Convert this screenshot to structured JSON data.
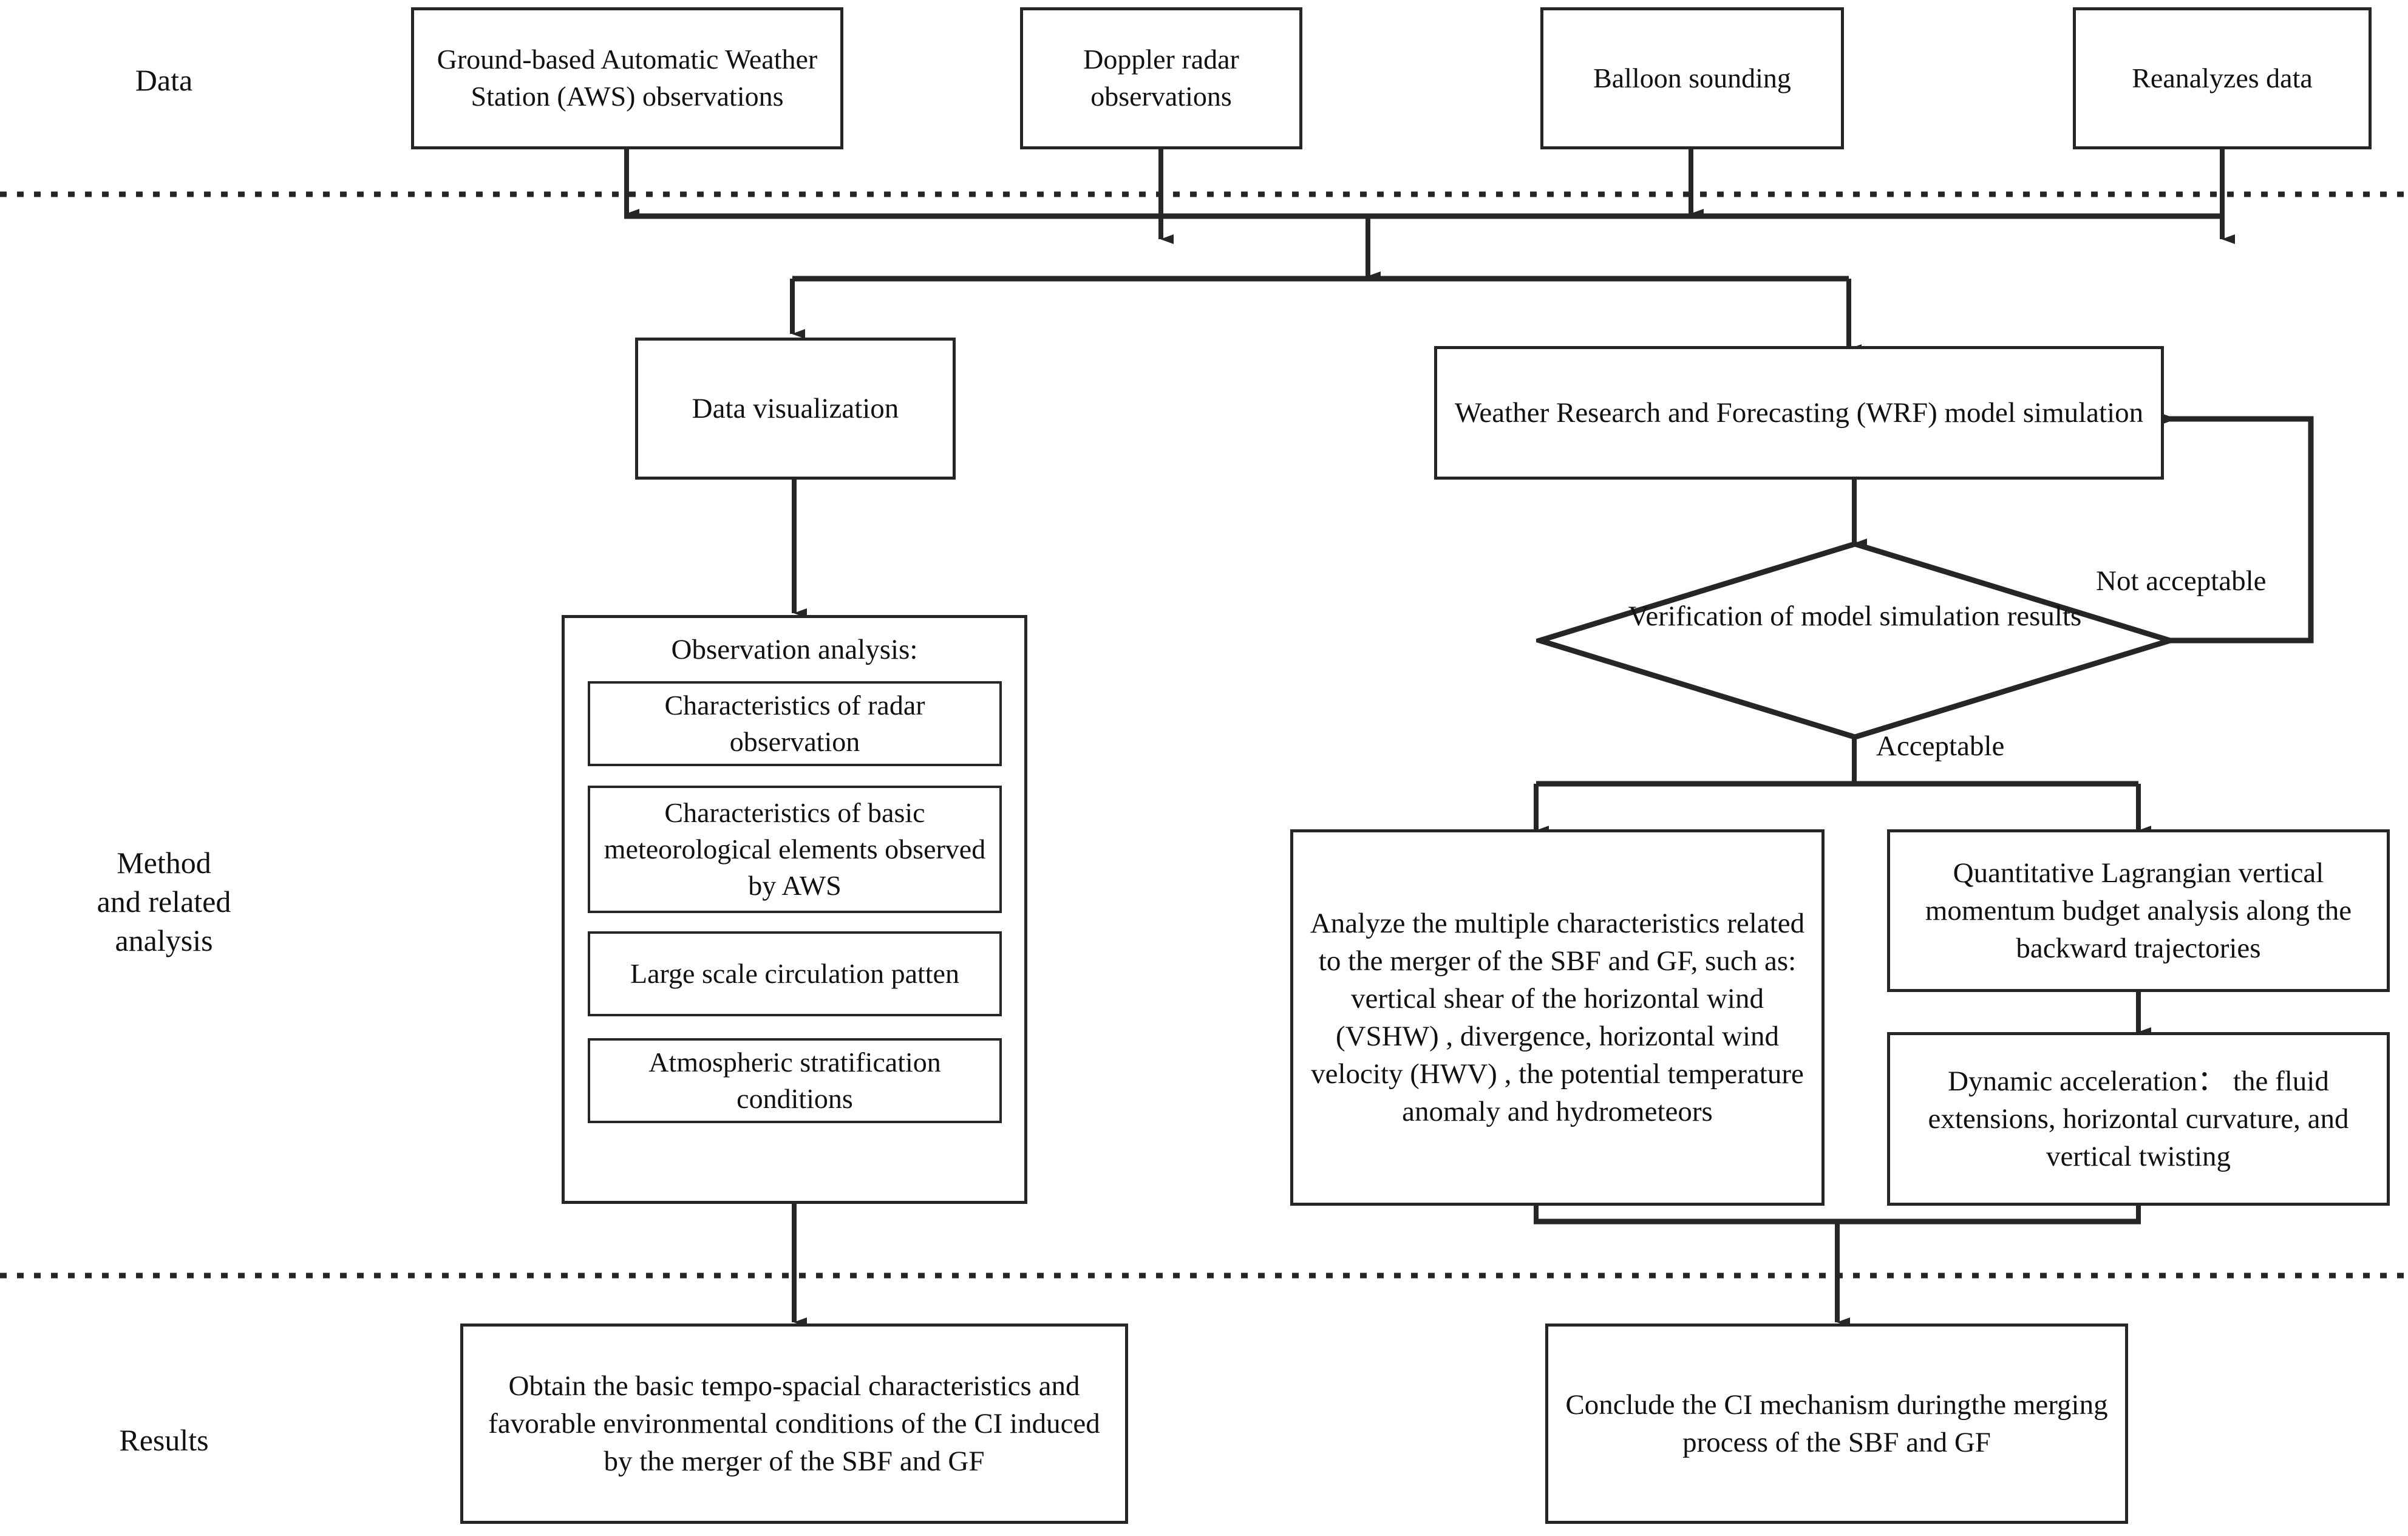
{
  "diagram": {
    "title_visible": false,
    "stage_labels": [
      {
        "id": "data",
        "text": "Data"
      },
      {
        "id": "method",
        "text": "Method\nand related\nanalysis"
      },
      {
        "id": "results",
        "text": "Results"
      }
    ],
    "data_sources": [
      {
        "id": "aws",
        "label": "Ground-based Automatic Weather Station (AWS) observations"
      },
      {
        "id": "radar",
        "label": "Doppler radar observations"
      },
      {
        "id": "balloon",
        "label": "Balloon sounding"
      },
      {
        "id": "reanalysis",
        "label": "Reanalyzes data"
      }
    ],
    "method_nodes": [
      {
        "id": "data-visualization",
        "label": "Data visualization"
      },
      {
        "id": "wrf-simulation",
        "label": "Weather Research and Forecasting (WRF) model simulation"
      },
      {
        "id": "verification",
        "label": "Verification of model simulation results",
        "shape": "diamond"
      },
      {
        "id": "analyze-characteristics",
        "label": "Analyze  the multiple characteristics related to the merger of the SBF and GF, such as:  vertical shear of the horizontal wind (VSHW) , divergence, horizontal wind velocity (HWV) , the potential temperature anomaly and hydrometeors"
      },
      {
        "id": "lagrangian-budget",
        "label": "Quantitative Lagrangian vertical momentum budget analysis along the backward trajectories"
      },
      {
        "id": "dynamic-acceleration",
        "label": "Dynamic acceleration：  the fluid extensions, horizontal curvature, and vertical twisting"
      }
    ],
    "observation_analysis": {
      "heading": "Observation analysis:",
      "items": [
        {
          "id": "radar-characteristics",
          "label": "Characteristics of radar observation"
        },
        {
          "id": "aws-elements",
          "label": "Characteristics of basic meteorological elements observed by AWS"
        },
        {
          "id": "circulation-pattern",
          "label": "Large scale circulation patten"
        },
        {
          "id": "stratification",
          "label": "Atmospheric stratification conditions"
        }
      ]
    },
    "result_nodes": [
      {
        "id": "result-observation",
        "label": "Obtain the basic tempo-spacial characteristics and favorable environmental conditions of the CI induced by the merger of the SBF and GF"
      },
      {
        "id": "result-mechanism",
        "label": "Conclude the CI mechanism duringthe merging process of the SBF and GF"
      }
    ],
    "edge_labels": [
      {
        "id": "not-acceptable",
        "text": "Not acceptable"
      },
      {
        "id": "acceptable",
        "text": "Acceptable"
      }
    ],
    "colors": {
      "stroke": "#262626",
      "background": "#ffffff",
      "text": "#111111"
    }
  }
}
